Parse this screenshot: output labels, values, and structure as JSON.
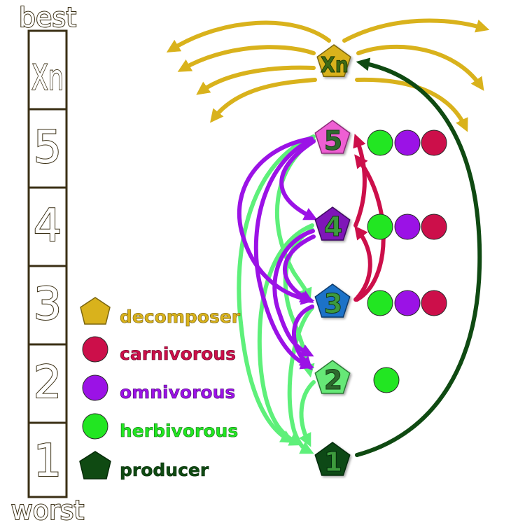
{
  "scale": {
    "top_label": "best",
    "bottom_label": "worst",
    "levels": [
      "Xn",
      "5",
      "4",
      "3",
      "2",
      "1"
    ]
  },
  "legend": [
    {
      "id": "decomposer",
      "label": "decomposer",
      "color": "#d9b21c",
      "shape": "pentagon"
    },
    {
      "id": "carnivorous",
      "label": "carnivorous",
      "color": "#cc0f4a",
      "shape": "circle"
    },
    {
      "id": "omnivorous",
      "label": "omnivorous",
      "color": "#9b12e6",
      "shape": "circle"
    },
    {
      "id": "herbivorous",
      "label": "herbivorous",
      "color": "#22e622",
      "shape": "circle"
    },
    {
      "id": "producer",
      "label": "producer",
      "color": "#0f4a12",
      "shape": "pentagon"
    }
  ],
  "nodes": [
    {
      "id": "Xn",
      "label": "Xn",
      "fill": "#d9b21c",
      "text": "#3d6b12"
    },
    {
      "id": "5",
      "label": "5",
      "fill": "#ee5fd3",
      "text": "#2f6b2f"
    },
    {
      "id": "4",
      "label": "4",
      "fill": "#7f12b8",
      "text": "#3c9a3c"
    },
    {
      "id": "3",
      "label": "3",
      "fill": "#1f72c8",
      "text": "#3c9a3c"
    },
    {
      "id": "2",
      "label": "2",
      "fill": "#66e877",
      "text": "#2e6b2e"
    },
    {
      "id": "1",
      "label": "1",
      "fill": "#0f4a12",
      "text": "#3c9a3c"
    }
  ],
  "consumer_markers": [
    {
      "level": "5",
      "types": [
        "herbivorous",
        "omnivorous",
        "carnivorous"
      ]
    },
    {
      "level": "4",
      "types": [
        "herbivorous",
        "omnivorous",
        "carnivorous"
      ]
    },
    {
      "level": "3",
      "types": [
        "herbivorous",
        "omnivorous",
        "carnivorous"
      ]
    },
    {
      "level": "2",
      "types": [
        "herbivorous"
      ]
    }
  ],
  "colors": {
    "decomposer": "#d9b21c",
    "carnivorous": "#cc0f4a",
    "omnivorous": "#9b12e6",
    "herbivorous": "#5ef07a",
    "producer": "#0f4a12",
    "scale_border": "#3a2f14"
  }
}
